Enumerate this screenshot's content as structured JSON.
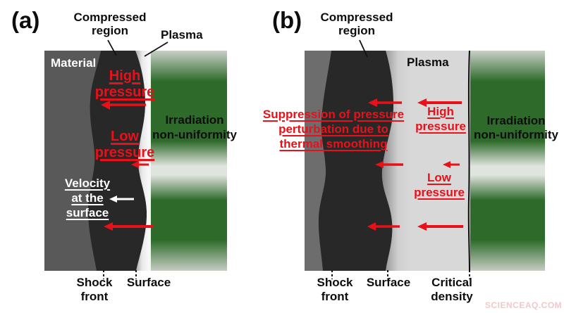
{
  "figure": {
    "watermark": "SCIENCEAQ.COM",
    "colors": {
      "annotation_red": "#e8111a",
      "material_gray_a": "#595959",
      "material_gray_b": "#6d6d6d",
      "compressed_dark": "#282828",
      "plasma_light": "#d8d8d8",
      "irradiation_green": "#2e6b2a",
      "watermark_pink": "#f2c9c9"
    },
    "panels": {
      "a": {
        "label": "(a)",
        "compressed_region": "Compressed\nregion",
        "plasma": "Plasma",
        "material": "Material",
        "high_pressure": "High\npressure",
        "low_pressure": "Low\npressure",
        "velocity": "Velocity\nat the\nsurface",
        "irradiation": "Irradiation\nnon-uniformity",
        "shock_front": "Shock\nfront",
        "surface": "Surface"
      },
      "b": {
        "label": "(b)",
        "compressed_region": "Compressed\nregion",
        "plasma": "Plasma",
        "suppression": "Suppression of pressure\nperturbation due to\nthermal smoothing",
        "high_pressure": "High\npressure",
        "low_pressure": "Low\npressure",
        "irradiation": "Irradiation\nnon-uniformity",
        "shock_front": "Shock\nfront",
        "surface": "Surface",
        "critical_density": "Critical\ndensity"
      }
    }
  }
}
